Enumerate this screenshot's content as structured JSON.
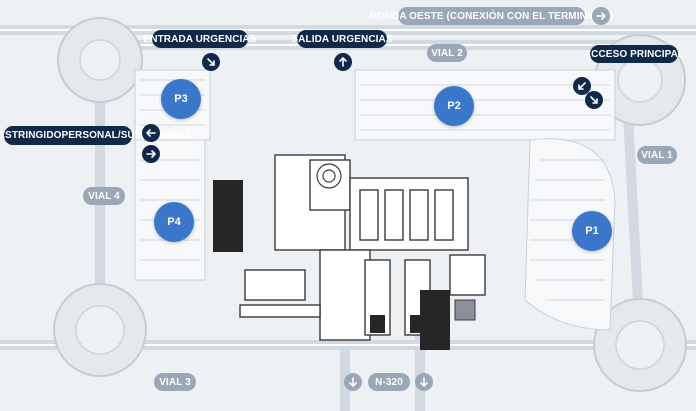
{
  "labels": {
    "ronda_oeste": "RONDA OESTE (CONEXIÓN CON EL TERMINILLO)",
    "entrada_urgencias": "ENTRADA URGENCIAS",
    "salida_urgencias": "SALIDA URGENCIAS",
    "vial_2": "VIAL 2",
    "acceso_principal": "ACCESO PRINCIPAL",
    "acceso_restringido_line1": "ACCESO RESTRINGIDO",
    "acceso_restringido_line2": "PERSONAL/SUMINISTROS",
    "vial_1": "VIAL 1",
    "vial_4": "VIAL 4",
    "vial_3": "VIAL 3",
    "n_320": "N-320"
  },
  "parkings": {
    "p1": "P1",
    "p2": "P2",
    "p3": "P3",
    "p4": "P4"
  },
  "icons": [
    "arrow-right-icon",
    "arrow-down-right-icon",
    "arrow-up-icon",
    "arrow-down-left-icon",
    "arrow-left-icon",
    "arrow-down-icon"
  ],
  "colors": {
    "dark_label": "#10284a",
    "grey_label": "#9aa7b7",
    "parking": "#3a76c9",
    "building": "#ffffff",
    "dark_block": "#2f2f2f"
  }
}
